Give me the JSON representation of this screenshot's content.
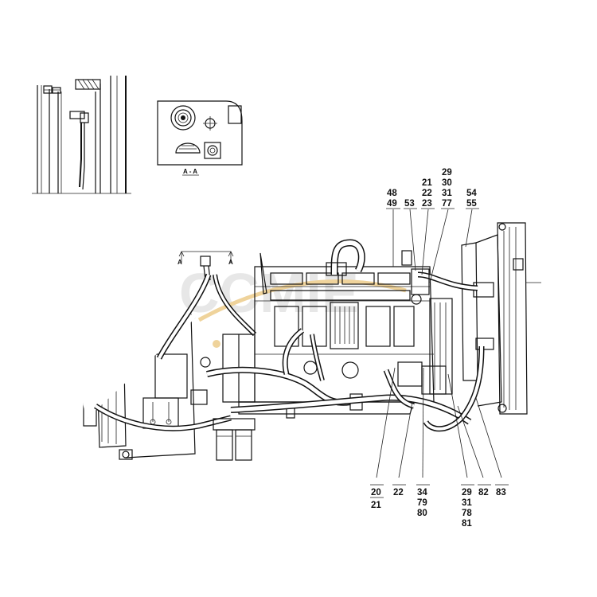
{
  "section_label": "A - A",
  "section_marker": "A",
  "watermark": {
    "text": "CCMIE",
    "color": "#e3b04a"
  },
  "callouts_top": [
    {
      "id": "top-48-49",
      "lines": [
        "48",
        "49"
      ]
    },
    {
      "id": "top-53",
      "lines": [
        "53"
      ]
    },
    {
      "id": "top-21-22-23",
      "lines": [
        "21",
        "22",
        "23"
      ]
    },
    {
      "id": "top-29-30-31-77",
      "lines": [
        "29",
        "30",
        "31",
        "77"
      ]
    },
    {
      "id": "top-54-55",
      "lines": [
        "54",
        "55"
      ]
    }
  ],
  "callouts_bottom": [
    {
      "id": "bottom-20-21",
      "lines": [
        "20",
        "21"
      ]
    },
    {
      "id": "bottom-22",
      "lines": [
        "22"
      ]
    },
    {
      "id": "bottom-34-79-80",
      "lines": [
        "34",
        "79",
        "80"
      ]
    },
    {
      "id": "bottom-29-31-78-81",
      "lines": [
        "29",
        "31",
        "78",
        "81"
      ]
    },
    {
      "id": "bottom-82",
      "lines": [
        "82"
      ]
    },
    {
      "id": "bottom-83",
      "lines": [
        "83"
      ]
    }
  ]
}
